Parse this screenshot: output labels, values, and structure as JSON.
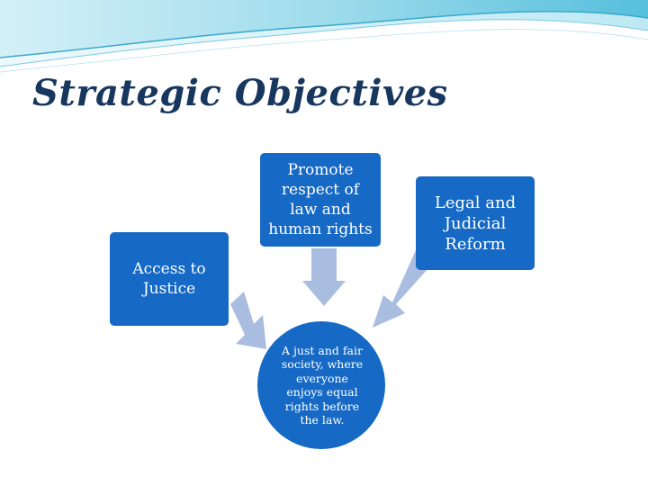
{
  "slide": {
    "title": "Strategic Objectives"
  },
  "diagram": {
    "box_color": "#1669c4",
    "arrow_color": "#a9bde0",
    "nodes": {
      "promote": {
        "label_lines": [
          "Promote",
          "respect of",
          "law and",
          "human rights"
        ]
      },
      "legal": {
        "label_lines": [
          "Legal and",
          "Judicial",
          "Reform"
        ]
      },
      "access": {
        "label_lines": [
          "Access to",
          "Justice"
        ]
      },
      "society": {
        "label_lines": [
          "A just and fair",
          "society, where",
          "everyone",
          "enjoys equal",
          "rights before",
          "the law."
        ]
      }
    }
  }
}
